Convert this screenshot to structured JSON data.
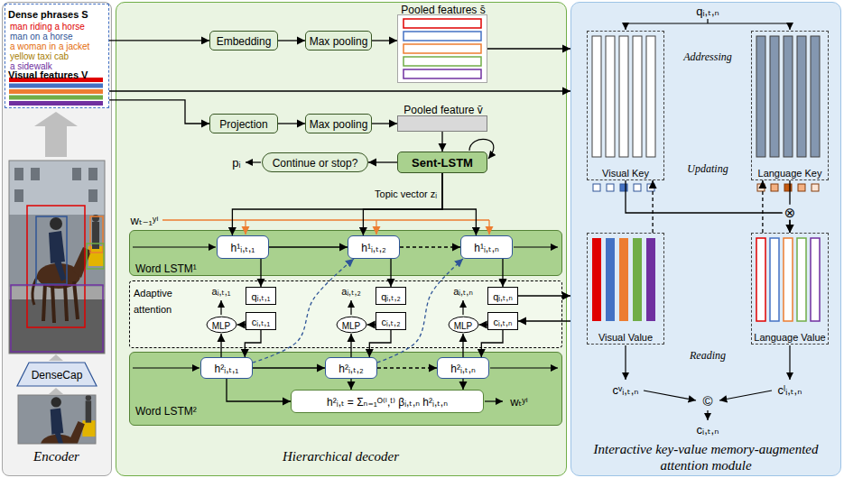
{
  "diagram": {
    "nodes": [
      {
        "text": [
          "Encoder"
        ]
      },
      {
        "text": [
          "Dense phrases S",
          "man riding a horse",
          "man on a horse",
          "a woman in a jacket",
          "yellow taxi cab",
          "a sidewalk",
          "Visual features V"
        ],
        "in": 0
      },
      {
        "text": [
          "DenseCap"
        ],
        "in": 0
      },
      {
        "text": [
          "Hierarchical decoder"
        ]
      },
      {
        "text": [
          "Embedding"
        ],
        "in": 3
      },
      {
        "text": [
          "Max pooling"
        ],
        "in": 3
      },
      {
        "text": [
          "Pooled features s̄"
        ],
        "in": 3
      },
      {
        "text": [
          "Projection"
        ],
        "in": 3
      },
      {
        "text": [
          "Max pooling"
        ],
        "in": 3
      },
      {
        "text": [
          "Pooled feature v̄"
        ],
        "in": 3
      },
      {
        "text": [
          "Sent-LSTM"
        ],
        "in": 3
      },
      {
        "text": [
          "Continue or stop?"
        ],
        "in": 3
      },
      {
        "text": [
          "Word LSTM¹"
        ],
        "in": 3
      },
      {
        "text": [
          "h¹ᵢ,ₜ,₁"
        ],
        "in": 12
      },
      {
        "text": [
          "h¹ᵢ,ₜ,₂"
        ],
        "in": 12
      },
      {
        "text": [
          "h¹ᵢ,ₜ,ₙ"
        ],
        "in": 12
      },
      {
        "text": [
          "Adaptive attention"
        ],
        "in": 3
      },
      {
        "text": [
          "MLP"
        ],
        "in": 16
      },
      {
        "text": [
          "MLP"
        ],
        "in": 16
      },
      {
        "text": [
          "MLP"
        ],
        "in": 16
      },
      {
        "text": [
          "qᵢ,ₜ,₁"
        ],
        "in": 16
      },
      {
        "text": [
          "qᵢ,ₜ,₂"
        ],
        "in": 16
      },
      {
        "text": [
          "qᵢ,ₜ,ₙ"
        ],
        "in": 16
      },
      {
        "text": [
          "cᵢ,ₜ,₁"
        ],
        "in": 16
      },
      {
        "text": [
          "cᵢ,ₜ,₂"
        ],
        "in": 16
      },
      {
        "text": [
          "cᵢ,ₜ,ₙ"
        ],
        "in": 16
      },
      {
        "text": [
          "Word LSTM²"
        ],
        "in": 3
      },
      {
        "text": [
          "h²ᵢ,ₜ,₁"
        ],
        "in": 26
      },
      {
        "text": [
          "h²ᵢ,ₜ,₂"
        ],
        "in": 26
      },
      {
        "text": [
          "h²ᵢ,ₜ,ₙ"
        ],
        "in": 26
      },
      {
        "text": [
          "h²ᵢ,ₜ = Σₙ₌₁ᴼ⁽ⁱ,ᵗ⁾ βᵢ,ₜ,ₙ h²ᵢ,ₜ,ₙ"
        ],
        "in": 26
      },
      {
        "text": [
          "Interactive key-value memory-augmented attention module"
        ]
      },
      {
        "text": [
          "Visual Key"
        ],
        "in": 31
      },
      {
        "text": [
          "Language Key"
        ],
        "in": 31
      },
      {
        "text": [
          "Visual Value"
        ],
        "in": 31
      },
      {
        "text": [
          "Language Value"
        ],
        "in": 31
      }
    ],
    "edges": [
      {
        "from": 1,
        "to": 4,
        "arrow": "to"
      },
      {
        "from": 4,
        "to": 5,
        "arrow": "to"
      },
      {
        "from": 5,
        "to": 6,
        "arrow": "to"
      },
      {
        "from": 6,
        "to": 31,
        "arrow": "to"
      },
      {
        "from": 1,
        "to": 31,
        "arrow": "to"
      },
      {
        "from": 1,
        "to": 7,
        "arrow": "to"
      },
      {
        "from": 7,
        "to": 8,
        "arrow": "to"
      },
      {
        "from": 8,
        "to": 9,
        "arrow": "to"
      },
      {
        "from": 9,
        "to": 10,
        "arrow": "to"
      },
      {
        "from": 10,
        "to": 11,
        "arrow": "to"
      },
      {
        "from": 10,
        "to": 13,
        "arrow": "to"
      },
      {
        "from": 10,
        "to": 14,
        "arrow": "to"
      },
      {
        "from": 10,
        "to": 15,
        "arrow": "to"
      },
      {
        "from": 13,
        "to": 14,
        "arrow": "to"
      },
      {
        "from": 14,
        "to": 15,
        "arrow": "to"
      },
      {
        "from": 13,
        "to": 20,
        "arrow": "to"
      },
      {
        "from": 14,
        "to": 21,
        "arrow": "to"
      },
      {
        "from": 15,
        "to": 22,
        "arrow": "to"
      },
      {
        "from": 23,
        "to": 17,
        "arrow": "to"
      },
      {
        "from": 24,
        "to": 18,
        "arrow": "to"
      },
      {
        "from": 25,
        "to": 19,
        "arrow": "to"
      },
      {
        "from": 27,
        "to": 17,
        "arrow": "to"
      },
      {
        "from": 28,
        "to": 18,
        "arrow": "to"
      },
      {
        "from": 29,
        "to": 19,
        "arrow": "to"
      },
      {
        "from": 23,
        "to": 27,
        "arrow": "to"
      },
      {
        "from": 24,
        "to": 28,
        "arrow": "to"
      },
      {
        "from": 25,
        "to": 29,
        "arrow": "to"
      },
      {
        "from": 27,
        "to": 28,
        "arrow": "to"
      },
      {
        "from": 28,
        "to": 29,
        "arrow": "to"
      },
      {
        "from": 27,
        "to": 14,
        "arrow": "to"
      },
      {
        "from": 28,
        "to": 15,
        "arrow": "to"
      },
      {
        "from": 27,
        "to": 30,
        "arrow": "to"
      },
      {
        "from": 28,
        "to": 30,
        "arrow": "to"
      },
      {
        "from": 29,
        "to": 30,
        "arrow": "to"
      },
      {
        "from": 22,
        "to": 31,
        "arrow": "to"
      },
      {
        "from": 31,
        "to": 25,
        "arrow": "to"
      },
      {
        "from": 34,
        "to": 32,
        "arrow": "to"
      },
      {
        "from": 35,
        "to": 33,
        "arrow": "to"
      },
      {
        "from": 33,
        "to": 35,
        "arrow": "to"
      },
      {
        "from": 32,
        "to": 35,
        "arrow": "to"
      }
    ],
    "labels": [
      "pᵢ",
      "Topic vector zᵢ",
      "wₜ₋₁ʸⁱ",
      "aᵢ,ₜ,₁",
      "aᵢ,ₜ,₂",
      "aᵢ,ₜ,ₙ",
      "wₜʸⁱ",
      "qᵢ,ₜ,ₙ",
      "Addressing",
      "Updating",
      "⊗",
      "Reading",
      "cᵛᵢ,ₜ,ₙ",
      "cˡᵢ,ₜ,ₙ",
      "©",
      "cᵢ,ₜ,ₙ"
    ]
  }
}
